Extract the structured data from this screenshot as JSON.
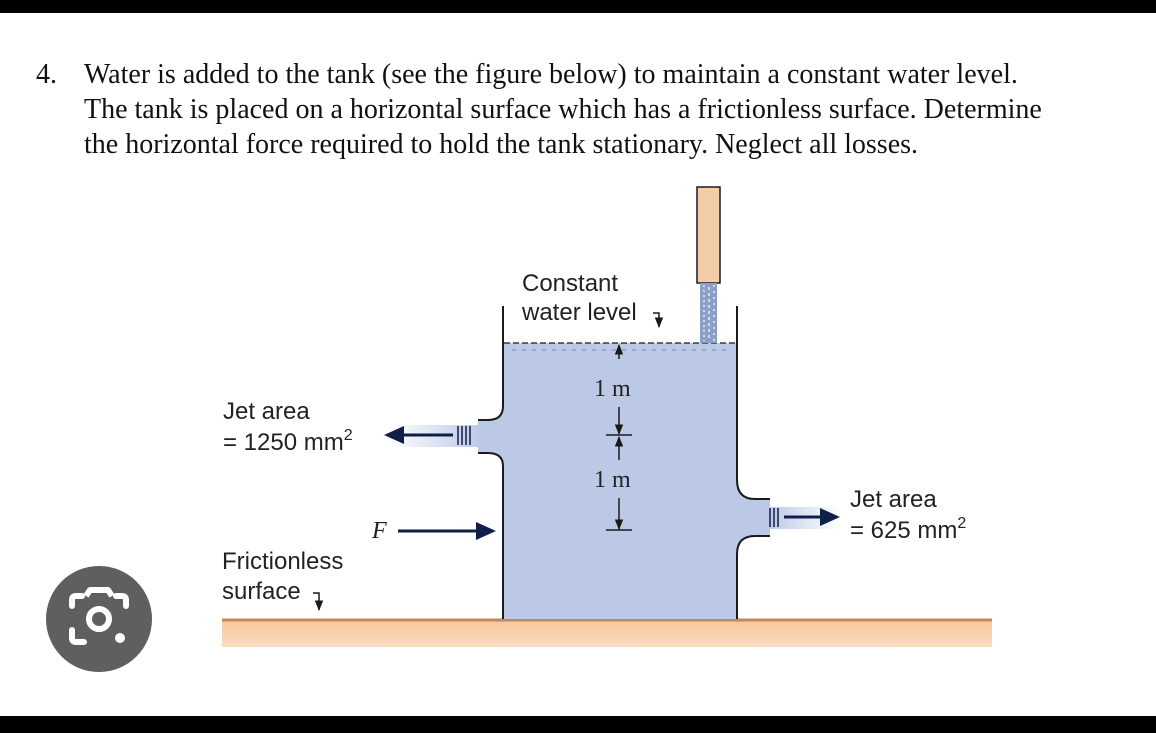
{
  "question": {
    "number": "4.",
    "lines": [
      "Water is added to the tank (see the figure below) to maintain a constant water level.",
      "The tank is placed on a horizontal surface which has a frictionless surface. Determine",
      "the horizontal force required to hold the tank stationary. Neglect all losses."
    ]
  },
  "diagram": {
    "constant_level_line1": "Constant",
    "constant_level_line2": "water level",
    "depth_upper": "1 m",
    "depth_lower": "1 m",
    "jet_left_line1": "Jet area",
    "jet_left_line2": "= 1250 mm",
    "jet_left_exp": "2",
    "jet_right_line1": "Jet area",
    "jet_right_line2": "= 625 mm",
    "jet_right_exp": "2",
    "force_label": "F",
    "surface_line1": "Frictionless",
    "surface_line2": "surface"
  },
  "colors": {
    "water": "#bcc9e6",
    "outline": "#1a1a1a",
    "arrow": "#0f1f4a",
    "pipe": "#f3cda5",
    "ground": "#f5caa4",
    "ground_top": "#c8875a",
    "button": "#5f5f5f"
  },
  "icons": {
    "lens_button": "google-lens-icon"
  }
}
